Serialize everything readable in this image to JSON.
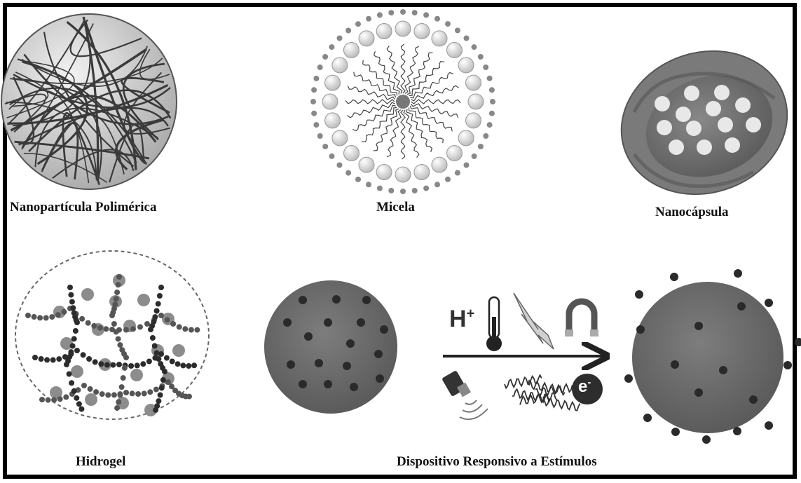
{
  "colors": {
    "frame": "#000000",
    "disk_fill": "#6e6e6e",
    "dot_dark": "#2a2a2a",
    "hydrogel_dots": "#8c8c8c",
    "bead_light": "#e6e6e6"
  },
  "labels": {
    "polymeric_nanoparticle": "Nanopartícula Polimérica",
    "micelle": "Micela",
    "nanocapsule": "Nanocápsula",
    "hydrogel": "Hidrogel",
    "stimuli_device": "Dispositivo Responsivo a Estímulos"
  },
  "stimuli": {
    "ph_symbol": "H",
    "ph_superscript": "+",
    "electron_symbol": "e",
    "electron_superscript": "-",
    "icons": [
      "thermometer-icon",
      "lightning-icon",
      "magnet-icon",
      "ultrasound-transducer-icon",
      "enzyme-protein-icon",
      "electron-icon"
    ]
  }
}
